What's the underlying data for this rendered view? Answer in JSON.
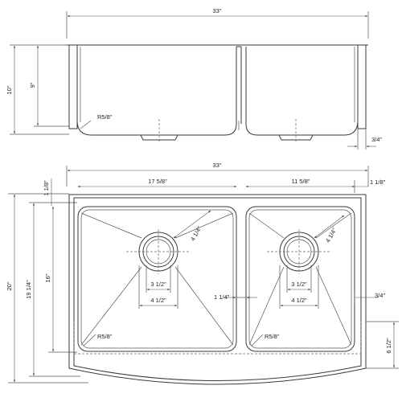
{
  "top_view": {
    "width_label": "33\"",
    "height_outer_label": "10\"",
    "height_inner_label": "9\"",
    "radius_label": "R5/8\"",
    "flange_label": "3/4\""
  },
  "front_view": {
    "width_label": "33\"",
    "left_bowl_label": "17 5/8\"",
    "right_bowl_label": "11 5/8\"",
    "left_rim_label": "1 1/8\"",
    "right_rim_label": "1 1/8\"",
    "height_total_label": "20\"",
    "height_mid_label": "19 1/4\"",
    "height_bowl_label": "16\"",
    "left_drain_diag_label": "4 1/4\"",
    "left_drain_inner_label": "3 1/2\"",
    "left_drain_outer_label": "4 1/2\"",
    "right_drain_diag_label": "4 1/4\"",
    "right_drain_inner_label": "3 1/2\"",
    "right_drain_outer_label": "4 1/2\"",
    "divider_label": "1 1/4\"",
    "right_edge_label": "3/4\"",
    "left_radius_label": "R5/8\"",
    "right_radius_label": "R5/8\"",
    "apron_label": "6 1/2\""
  }
}
